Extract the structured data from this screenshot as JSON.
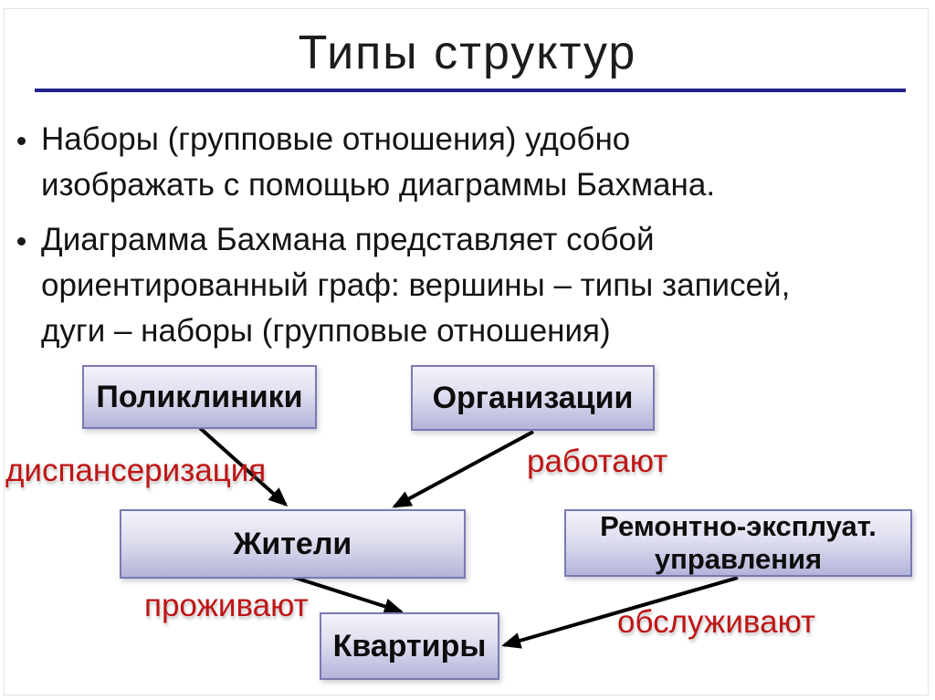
{
  "slide": {
    "title": "Типы структур",
    "bullets": [
      {
        "lines": [
          "Наборы (групповые отношения) удобно",
          "изображать с помощью диаграммы Бахмана."
        ]
      },
      {
        "lines": [
          "Диаграмма Бахмана представляет собой",
          "ориентированный граф: вершины – типы записей,",
          "дуги – наборы (групповые отношения)"
        ]
      }
    ]
  },
  "diagram": {
    "type": "directed-graph (Bachman diagram)",
    "nodes": [
      {
        "id": "polikliniki",
        "label": "Поликлиники"
      },
      {
        "id": "organizacii",
        "label": "Организации"
      },
      {
        "id": "zhiteli",
        "label": "Жители"
      },
      {
        "id": "remontno",
        "label": "Ремонтно-эксплуат. управления"
      },
      {
        "id": "kvartiry",
        "label": "Квартиры"
      }
    ],
    "edges": [
      {
        "from": "Поликлиники",
        "to": "Жители",
        "label": "диспансеризация"
      },
      {
        "from": "Организации",
        "to": "Жители",
        "label": "работают"
      },
      {
        "from": "Жители",
        "to": "Квартиры",
        "label": "проживают"
      },
      {
        "from": "Ремонтно-эксплуат. управления",
        "to": "Квартиры",
        "label": "обслуживают"
      }
    ]
  },
  "colors": {
    "title_underline": "#21218C",
    "node_border": "#7A7AB2",
    "node_fill_top": "#F3F3FB",
    "node_fill_bottom": "#B4B4DA",
    "edge_label_red": "#BF1515",
    "arrow": "#000000",
    "text": "#1A1A1A"
  }
}
